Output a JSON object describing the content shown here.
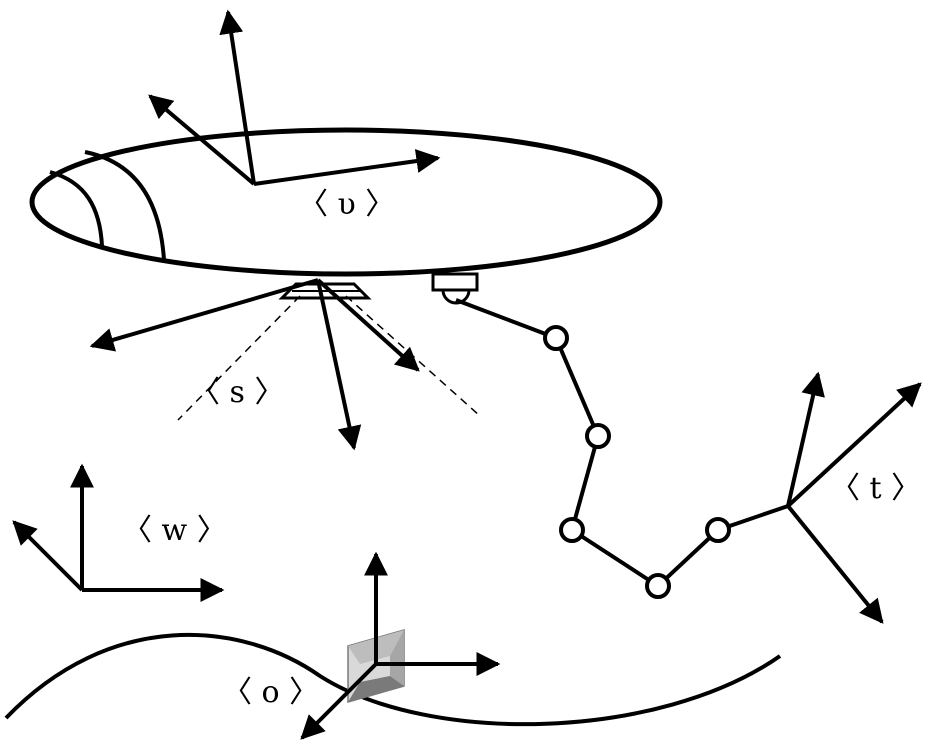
{
  "frames": {
    "v": {
      "label": "〈 υ 〉"
    },
    "s": {
      "label": "〈 s 〉"
    },
    "w": {
      "label": "〈 w 〉"
    },
    "t": {
      "label": "〈 t 〉"
    },
    "o": {
      "label": "〈 o 〉"
    }
  },
  "colors": {
    "stroke": "#000000",
    "background": "#ffffff",
    "box_light": "#d9d9d9",
    "box_mid": "#a6a6a6",
    "box_dark": "#7a7a7a"
  }
}
